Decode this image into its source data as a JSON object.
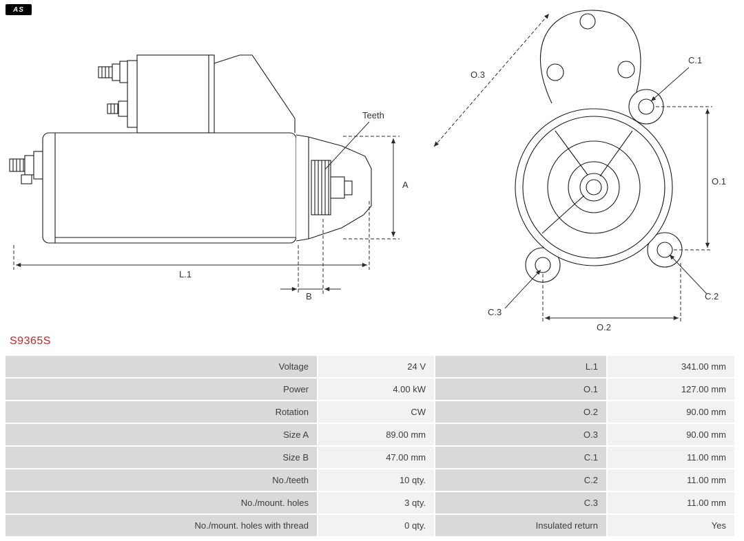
{
  "logo": {
    "text": "AS"
  },
  "part_number": "S9365S",
  "diagram": {
    "labels": {
      "teeth": "Teeth",
      "a": "A",
      "l1": "L.1",
      "b": "B",
      "o1": "O.1",
      "o2": "O.2",
      "o3": "O.3",
      "c1": "C.1",
      "c2": "C.2",
      "c3": "C.3"
    }
  },
  "table": {
    "rows": [
      {
        "c1": "Voltage",
        "c2": "24 V",
        "c3": "L.1",
        "c4": "341.00 mm"
      },
      {
        "c1": "Power",
        "c2": "4.00 kW",
        "c3": "O.1",
        "c4": "127.00 mm"
      },
      {
        "c1": "Rotation",
        "c2": "CW",
        "c3": "O.2",
        "c4": "90.00 mm"
      },
      {
        "c1": "Size A",
        "c2": "89.00 mm",
        "c3": "O.3",
        "c4": "90.00 mm"
      },
      {
        "c1": "Size B",
        "c2": "47.00 mm",
        "c3": "C.1",
        "c4": "11.00 mm"
      },
      {
        "c1": "No./teeth",
        "c2": "10 qty.",
        "c3": "C.2",
        "c4": "11.00 mm"
      },
      {
        "c1": "No./mount. holes",
        "c2": "3 qty.",
        "c3": "C.3",
        "c4": "11.00 mm"
      },
      {
        "c1": "No./mount. holes with thread",
        "c2": "0 qty.",
        "c3": "Insulated return",
        "c4": "Yes"
      }
    ]
  }
}
